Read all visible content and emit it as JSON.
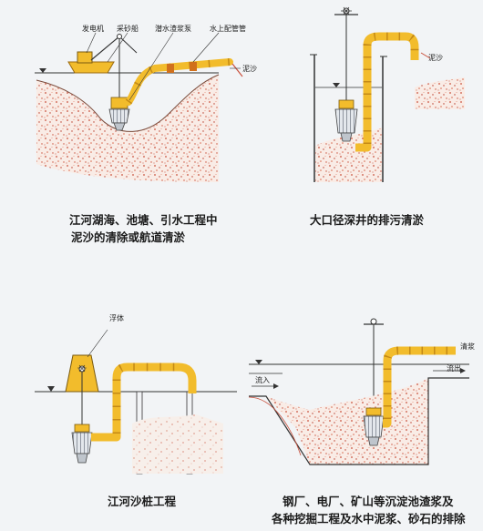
{
  "panel1": {
    "labels": {
      "generator": "发电机",
      "dredger_boat": "采砂船",
      "submersible_pump": "潜水渣浆泵",
      "floating_pipe": "水上配管管",
      "sediment": "泥沙"
    },
    "caption_line1": "江河湖海、池塘、引水工程中",
    "caption_line2": "泥沙的清除或航道清淤"
  },
  "panel2": {
    "labels": {
      "sediment": "泥沙"
    },
    "caption": "大口径深井的排污清淤"
  },
  "panel3": {
    "labels": {
      "float": "浮体"
    },
    "caption": "江河沙桩工程"
  },
  "panel4": {
    "labels": {
      "slurry": "清浆",
      "outflow": "流出",
      "inflow": "流入"
    },
    "caption_line1": "钢厂、电厂、矿山等沉淀池渣浆及",
    "caption_line2": "各种挖掘工程及水中泥浆、砂石的排除"
  },
  "colors": {
    "background": "#f2f4f6",
    "pipe": "#f2bc2c",
    "pipe_band": "#d1701c",
    "sediment": "#c9503c",
    "water_line": "#333333",
    "pump": "#dfe3e8"
  }
}
